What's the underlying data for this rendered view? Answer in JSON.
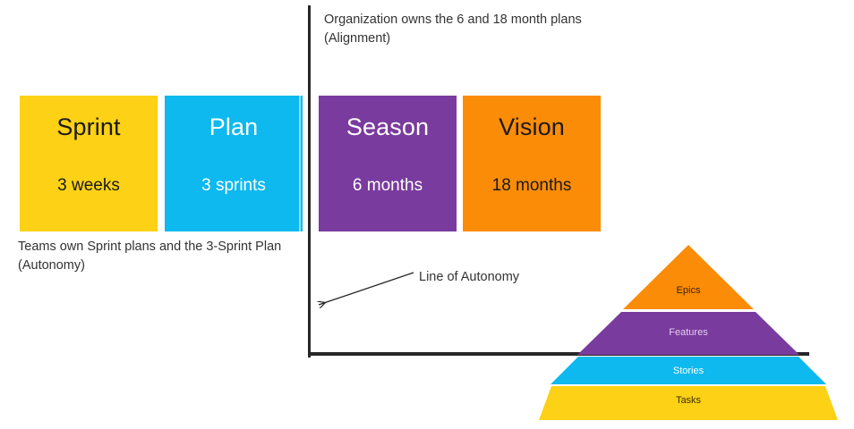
{
  "diagram": {
    "title_text_not_shown": "",
    "cards": [
      {
        "name": "sprint",
        "title": "Sprint",
        "subtitle": "3 weeks",
        "color": "#FCD116",
        "text_color": "#1a1a1a",
        "side": "team"
      },
      {
        "name": "plan",
        "title": "Plan",
        "subtitle": "3 sprints",
        "color": "#0DB9EF",
        "text_color": "#ffffff",
        "side": "team"
      },
      {
        "name": "season",
        "title": "Season",
        "subtitle": "6 months",
        "color": "#7A3B9E",
        "text_color": "#ffffff",
        "side": "org"
      },
      {
        "name": "vision",
        "title": "Vision",
        "subtitle": "18 months",
        "color": "#FB8C08",
        "text_color": "#1a1a1a",
        "side": "org"
      }
    ],
    "notes": {
      "alignment": "Organization owns the 6 and 18 month plans\n(Alignment)",
      "autonomy": "Teams own Sprint plans and the 3-Sprint Plan\n(Autonomy)"
    },
    "annotation": {
      "line_of_autonomy_label": "Line of Autonomy"
    },
    "pyramid": {
      "tiers": [
        {
          "label": "Epics",
          "color": "#FB8C08",
          "text_color": "#3d2000"
        },
        {
          "label": "Features",
          "color": "#7A3B9E",
          "text_color": "#e9d9f2"
        },
        {
          "label": "Stories",
          "color": "#0DB9EF",
          "text_color": "#ffffff"
        },
        {
          "label": "Tasks",
          "color": "#FCD116",
          "text_color": "#3d3100"
        }
      ]
    },
    "colors": {
      "yellow": "#FCD116",
      "cyan": "#0DB9EF",
      "purple": "#7A3B9E",
      "orange": "#FB8C08",
      "line": "#262626",
      "background": "#FFFFFF"
    }
  }
}
